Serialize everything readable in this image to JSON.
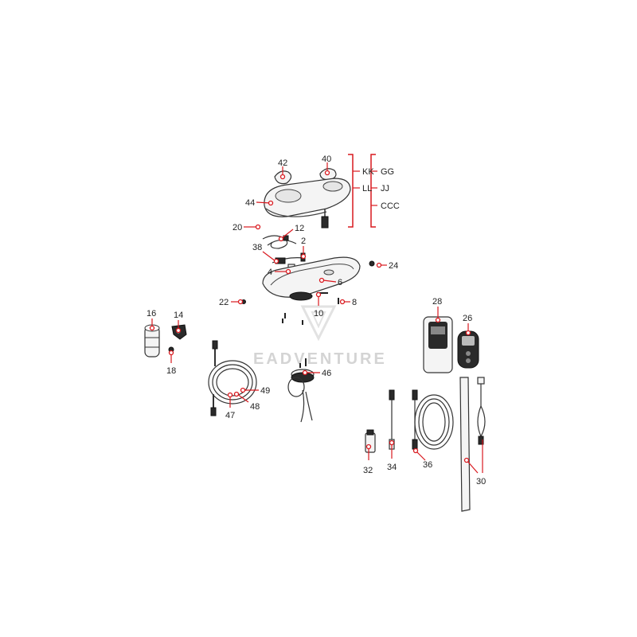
{
  "diagram": {
    "watermark": "EADVENTURE",
    "accent_color": "#d9191f",
    "callouts": [
      "42",
      "40",
      "44",
      "20",
      "12",
      "38",
      "2",
      "4",
      "6",
      "24",
      "22",
      "8",
      "10",
      "28",
      "26",
      "16",
      "14",
      "18",
      "46",
      "49",
      "48",
      "47",
      "30",
      "32",
      "34",
      "36"
    ],
    "bracket_labels": {
      "kk": "KK",
      "ll": "LL",
      "gg": "GG",
      "jj": "JJ",
      "ccc": "CCC"
    }
  }
}
